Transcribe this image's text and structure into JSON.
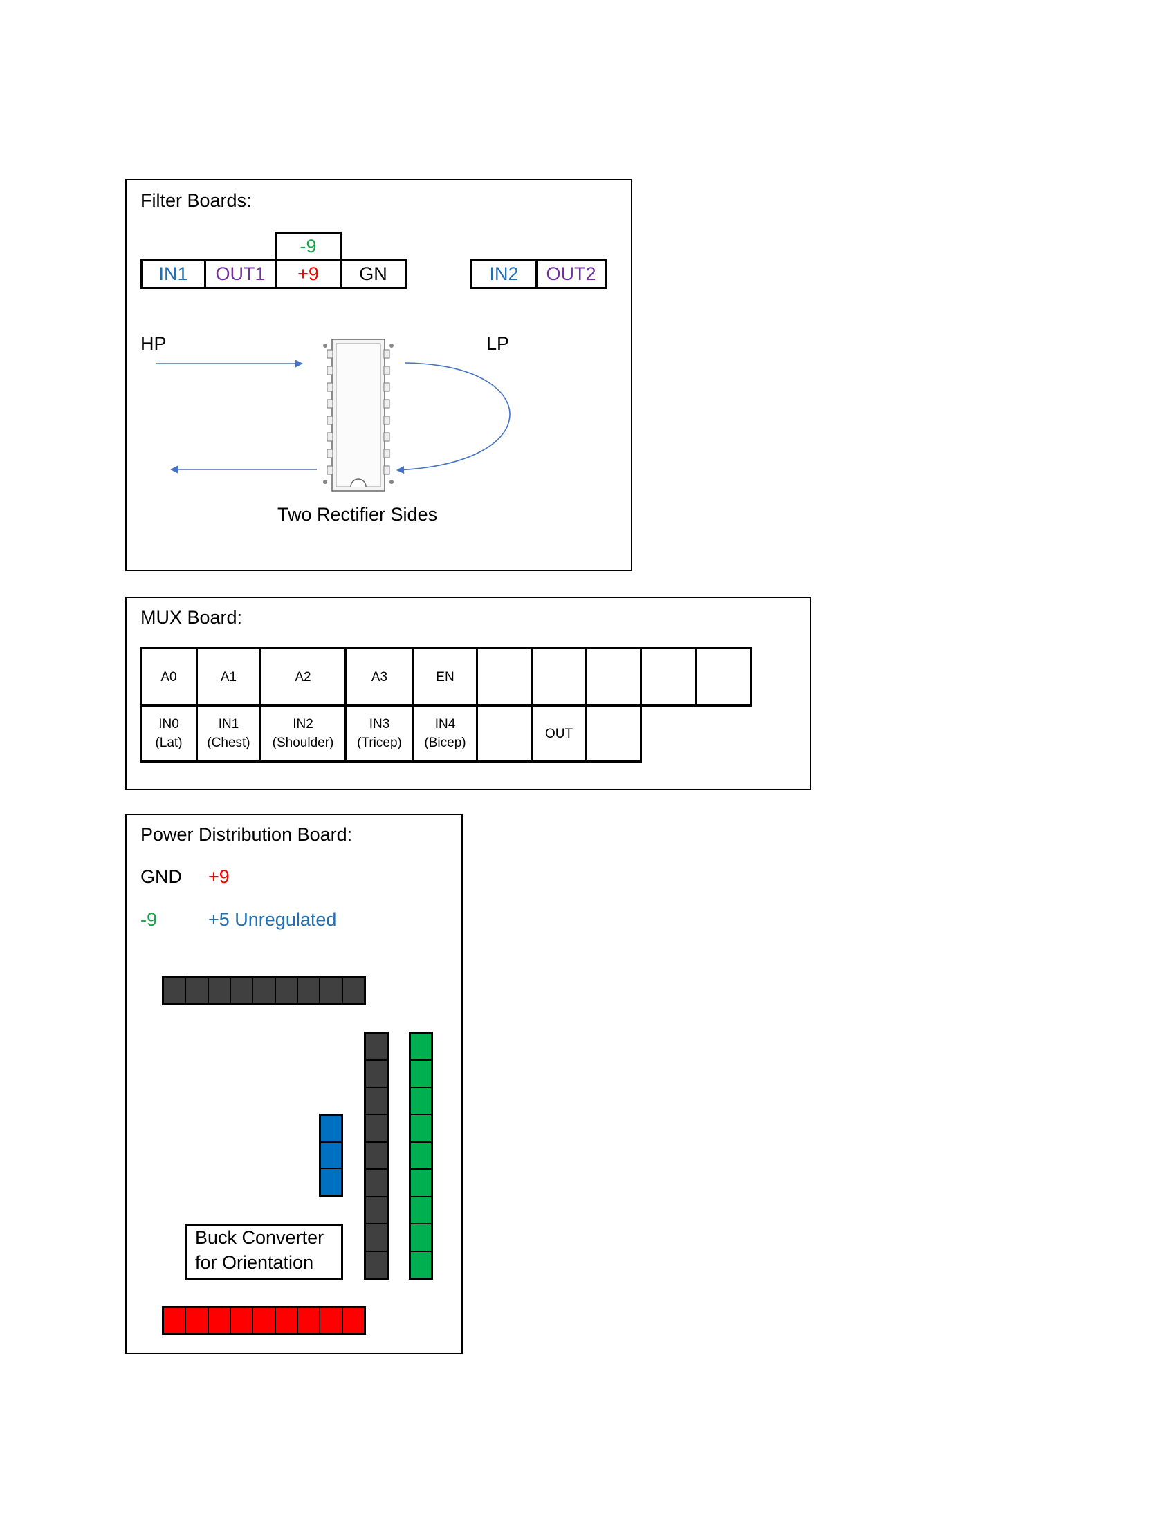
{
  "colors": {
    "green": "#16a34a",
    "red": "#ff0000",
    "blue": "#1f6fb5",
    "purple": "#7030a0",
    "black": "#000000",
    "arrow": "#4472c4",
    "strip_gray": "#404040",
    "strip_green": "#00b050",
    "strip_red": "#ff0000",
    "strip_blue": "#0070c0"
  },
  "filter_board": {
    "title": "Filter Boards:",
    "top_cell": "-9",
    "row_left": [
      "IN1",
      "OUT1",
      "+9",
      "GN"
    ],
    "row_right": [
      "IN2",
      "OUT2"
    ],
    "hp_label": "HP",
    "lp_label": "LP",
    "caption": "Two Rectifier Sides",
    "chip_icon": "dip-ic-chip-icon"
  },
  "mux_board": {
    "title": "MUX Board:",
    "top_row": [
      "A0",
      "A1",
      "A2",
      "A3",
      "EN",
      "",
      "",
      "",
      "",
      ""
    ],
    "bottom_row": [
      {
        "line1": "IN0",
        "line2": "(Lat)"
      },
      {
        "line1": "IN1",
        "line2": "(Chest)"
      },
      {
        "line1": "IN2",
        "line2": "(Shoulder)"
      },
      {
        "line1": "IN3",
        "line2": "(Tricep)"
      },
      {
        "line1": "IN4",
        "line2": "(Bicep)"
      },
      {
        "line1": "",
        "line2": ""
      },
      {
        "line1": "OUT",
        "line2": ""
      },
      {
        "line1": "",
        "line2": ""
      }
    ]
  },
  "power_board": {
    "title": "Power Distribution Board:",
    "legend": {
      "gnd": "GND",
      "pos9": "+9",
      "neg9": "-9",
      "pos5": "+5 Unregulated"
    },
    "buck_line1": "Buck Converter",
    "buck_line2": "for Orientation",
    "strips": {
      "gnd_top": {
        "color": "strip_gray",
        "count": 9
      },
      "gnd_vertical": {
        "color": "strip_gray",
        "count": 9
      },
      "neg9_vertical": {
        "color": "strip_green",
        "count": 9
      },
      "pos5_vertical": {
        "color": "strip_blue",
        "count": 3
      },
      "pos9_bottom": {
        "color": "strip_red",
        "count": 9
      }
    }
  }
}
